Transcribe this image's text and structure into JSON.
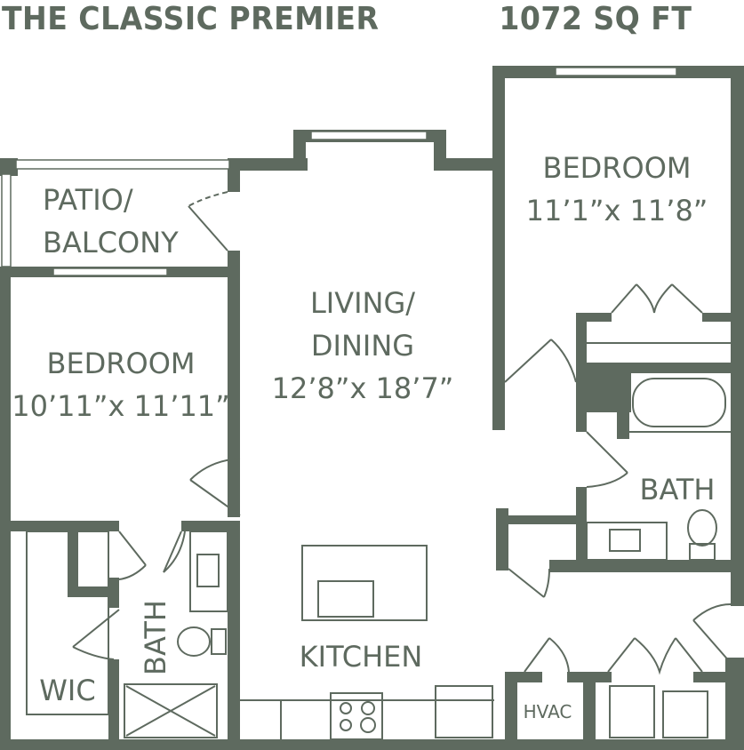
{
  "header": {
    "plan_name": "THE CLASSIC PREMIER",
    "square_feet": "1072 SQ FT"
  },
  "colors": {
    "wall": "#5e6a5f",
    "background": "#ffffff"
  },
  "rooms": {
    "patio_line1": "PATIO/",
    "patio_line2": "BALCONY",
    "bedroom_left_name": "BEDROOM",
    "bedroom_left_dims": "10’11”x 11’11”",
    "living_line1": "LIVING/",
    "living_line2": "DINING",
    "living_dims": "12’8”x 18’7”",
    "bedroom_right_name": "BEDROOM",
    "bedroom_right_dims": "11’1”x 11’8”",
    "bath_right": "BATH",
    "bath_left": "BATH",
    "wic": "WIC",
    "kitchen": "KITCHEN",
    "hvac": "HVAC"
  }
}
